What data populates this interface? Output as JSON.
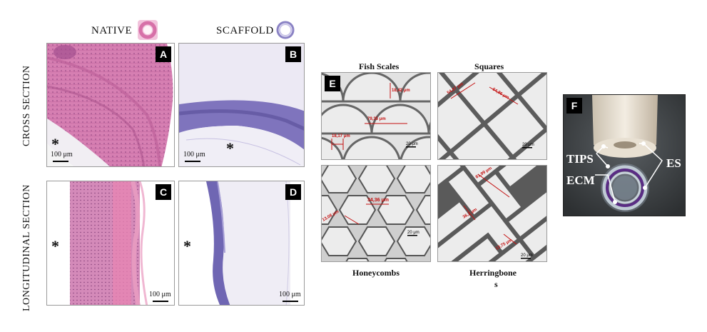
{
  "headers": {
    "native": "NATIVE",
    "scaffold": "SCAFFOLD"
  },
  "row_labels": {
    "cross": "CROSS SECTION",
    "longitudinal": "LONGITUDINAL SECTION"
  },
  "panels": {
    "A": {
      "tag": "A",
      "scale": "100 μm",
      "asterisk": "*"
    },
    "B": {
      "tag": "B",
      "scale": "100 μm",
      "asterisk": "*"
    },
    "C": {
      "tag": "C",
      "scale": "100 μm",
      "asterisk": "*"
    },
    "D": {
      "tag": "D",
      "scale": "100 μm",
      "asterisk": "*"
    }
  },
  "micro": {
    "tag": "E",
    "fish": {
      "title": "Fish Scales",
      "m1": "18,42 μm",
      "m2": "79,35 μm",
      "m3": "18,17 μm",
      "scale": "20 μm"
    },
    "squares": {
      "title": "Squares",
      "m1": "54,87 μm",
      "m2": "54,86 μm",
      "scale": "20 μm"
    },
    "honey": {
      "title": "Honeycombs",
      "m1": "34,36 μm",
      "m2": "13,08 μm",
      "scale": "20 μm"
    },
    "herring": {
      "title": "Herringbone",
      "title2": "s",
      "m1": "81,99 μm",
      "m2": "36,2 μm",
      "m3": "13,75 μm",
      "scale": "20 μm"
    }
  },
  "photo": {
    "tag": "F",
    "tips": "TIPS",
    "ecm": "ECM",
    "es": "ES"
  },
  "colors": {
    "he_pink": "#d77fb0",
    "scaffold_purple": "#8a82c4",
    "measure_red": "#c41010"
  }
}
